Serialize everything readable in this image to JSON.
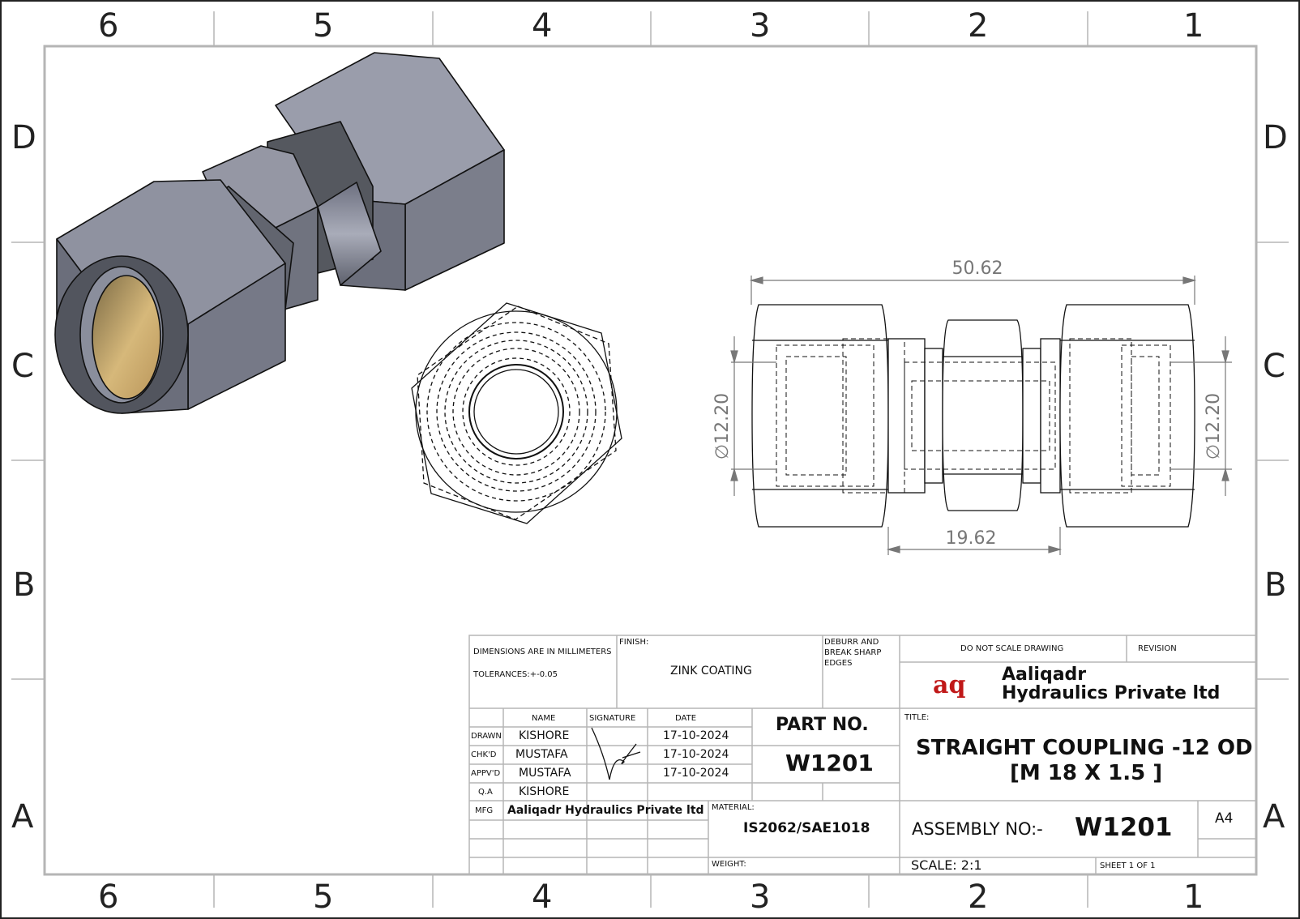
{
  "zones": {
    "columns": [
      "6",
      "5",
      "4",
      "3",
      "2",
      "1"
    ],
    "rows": [
      "D",
      "C",
      "B",
      "A"
    ]
  },
  "dimensions": {
    "overall_length": "50.62",
    "center_length": "19.62",
    "bore_left": "12.20",
    "bore_right": "12.20",
    "diameter_symbol": "∅"
  },
  "title_block": {
    "dimensions_note": "DIMENSIONS ARE IN MILLIMETERS",
    "tolerances": "TOLERANCES:+-0.05",
    "finish_label": "FINISH:",
    "finish_value": "ZINK COATING",
    "deburr_note": [
      "DEBURR AND",
      "BREAK SHARP",
      "EDGES"
    ],
    "do_not_scale": "DO NOT SCALE DRAWING",
    "revision_label": "REVISION",
    "company_logo": "aq",
    "company_name_line1": "Aaliqadr",
    "company_name_line2": "Hydraulics Private ltd",
    "col_name": "NAME",
    "col_signature": "SIGNATURE",
    "col_date": "DATE",
    "approvals": [
      {
        "role": "DRAWN",
        "name": "KISHORE",
        "date": "17-10-2024"
      },
      {
        "role": "CHK'D",
        "name": "MUSTAFA",
        "date": "17-10-2024"
      },
      {
        "role": "APPV'D",
        "name": "MUSTAFA",
        "date": "17-10-2024"
      },
      {
        "role": "Q.A",
        "name": "KISHORE",
        "date": ""
      }
    ],
    "mfg_label": "MFG",
    "mfg_value": "Aaliqadr Hydraulics Private ltd",
    "part_no_label": "PART NO.",
    "part_no_value": "W1201",
    "title_label": "TITLE:",
    "title_line1": "STRAIGHT COUPLING -12 OD",
    "title_line2": "[M 18 X 1.5 ]",
    "material_label": "MATERIAL:",
    "material_value": "IS2062/SAE1018",
    "weight_label": "WEIGHT:",
    "assembly_label": "ASSEMBLY NO:-",
    "assembly_value": "W1201",
    "sheet_size": "A4",
    "scale": "SCALE: 2:1",
    "sheet": "SHEET 1 OF 1"
  },
  "colors": {
    "border": "#b5b5b5",
    "body_metal": "#8c8f9c",
    "body_dark": "#565964",
    "brass_bore": "#c9a766",
    "dimension_line": "#777777"
  }
}
